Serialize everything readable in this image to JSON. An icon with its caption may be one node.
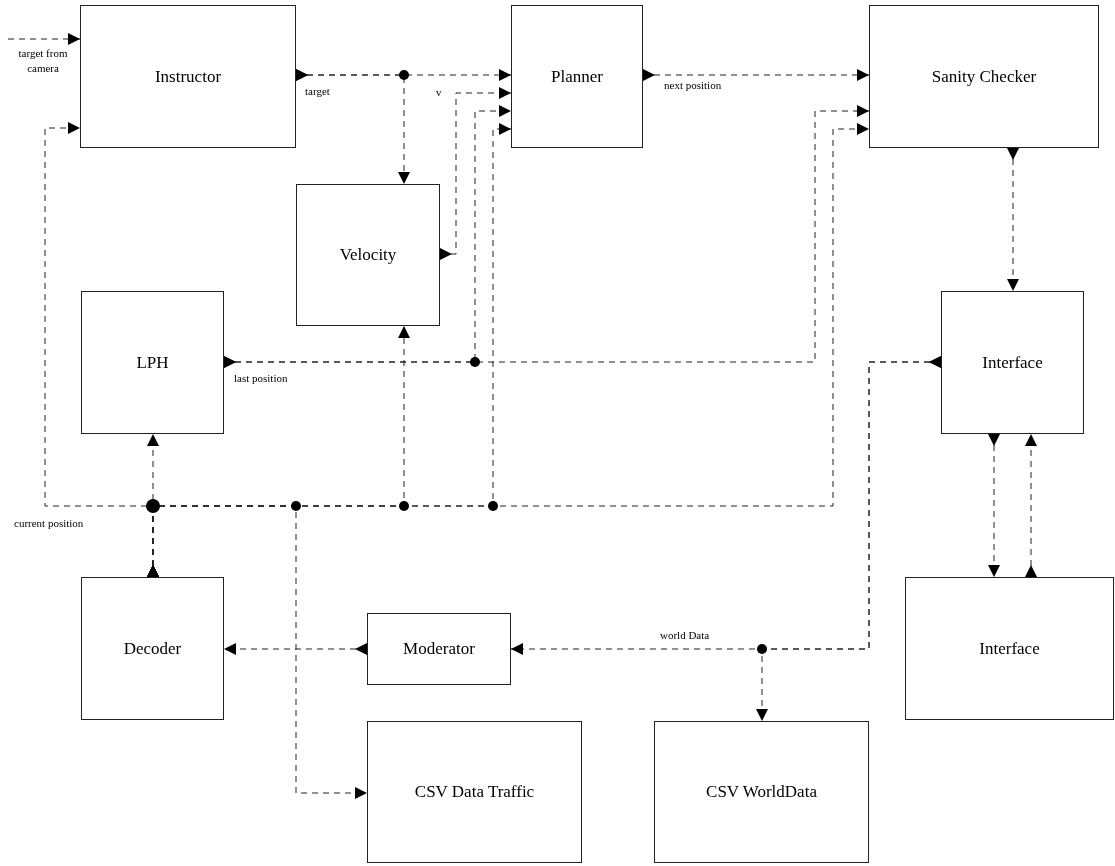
{
  "diagram": {
    "nodes": [
      {
        "text": [
          "Instructor"
        ]
      },
      {
        "text": [
          "Planner"
        ]
      },
      {
        "text": [
          "Sanity Checker"
        ]
      },
      {
        "text": [
          "Velocity"
        ]
      },
      {
        "text": [
          "LPH"
        ]
      },
      {
        "text": [
          "Interface"
        ]
      },
      {
        "text": [
          "Decoder"
        ]
      },
      {
        "text": [
          "Moderator"
        ]
      },
      {
        "text": [
          "Interface"
        ]
      },
      {
        "text": [
          "CSV Data Traffic"
        ]
      },
      {
        "text": [
          "CSV WorldData"
        ]
      }
    ],
    "edges": [
      {
        "from": null,
        "to": 0,
        "arrow": "to",
        "label": "target from camera",
        "style": "dashed"
      },
      {
        "from": 0,
        "to": 1,
        "arrow": "to",
        "label": "target",
        "style": "dashed"
      },
      {
        "from": 0,
        "to": 3,
        "arrow": "to",
        "style": "dashed"
      },
      {
        "from": 3,
        "to": 1,
        "arrow": "to",
        "label": "v",
        "style": "dashed"
      },
      {
        "from": 1,
        "to": 2,
        "arrow": "to",
        "label": "next position",
        "style": "dashed"
      },
      {
        "from": 4,
        "to": 1,
        "arrow": "to",
        "label": "last position",
        "style": "dashed"
      },
      {
        "from": 4,
        "to": 2,
        "arrow": "to",
        "style": "dashed"
      },
      {
        "from": 2,
        "to": 5,
        "arrow": "to",
        "style": "dashed"
      },
      {
        "from": 5,
        "to": 8,
        "arrow": "to",
        "style": "dashed"
      },
      {
        "from": 8,
        "to": 5,
        "arrow": "to",
        "style": "dashed"
      },
      {
        "from": 6,
        "to": 4,
        "arrow": "to",
        "style": "dashed"
      },
      {
        "from": 6,
        "to": 0,
        "arrow": "to",
        "label": "current position",
        "style": "dashed"
      },
      {
        "from": 6,
        "to": 9,
        "arrow": "to",
        "style": "dashed"
      },
      {
        "from": 6,
        "to": 3,
        "arrow": "to",
        "style": "dashed"
      },
      {
        "from": 6,
        "to": 1,
        "arrow": "to",
        "style": "dashed"
      },
      {
        "from": 6,
        "to": 2,
        "arrow": "to",
        "style": "dashed"
      },
      {
        "from": 5,
        "to": 7,
        "arrow": "to",
        "label": "world Data",
        "style": "dashed"
      },
      {
        "from": 5,
        "to": 10,
        "arrow": "to",
        "style": "dashed"
      },
      {
        "from": 7,
        "to": 6,
        "arrow": "to",
        "style": "dashed"
      }
    ]
  }
}
